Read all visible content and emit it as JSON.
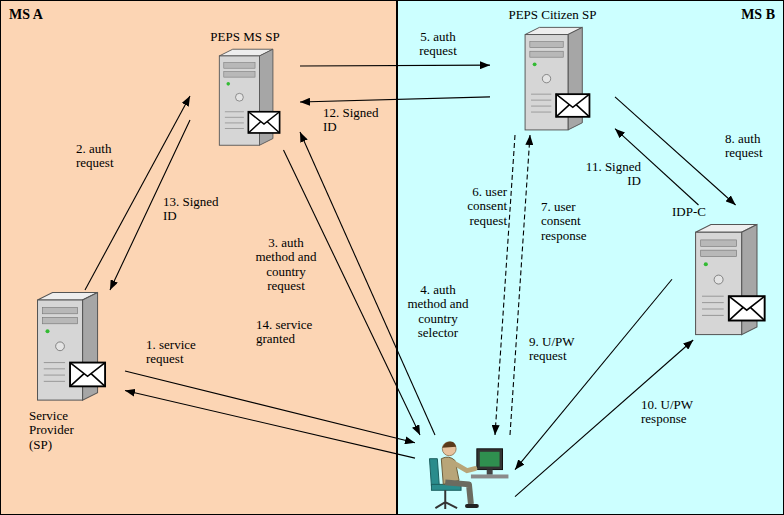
{
  "diagram": {
    "nodes": [
      {
        "text": [
          "MS A"
        ]
      },
      {
        "text": [
          "MS B"
        ]
      },
      {
        "text": [
          "PEPS MS SP"
        ],
        "in": 0
      },
      {
        "text": [
          "Service Provider (SP)"
        ],
        "in": 0
      },
      {
        "text": [
          "PEPS Citizen SP"
        ],
        "in": 1
      },
      {
        "text": [
          "IDP-C"
        ],
        "in": 1
      },
      {
        "text": [],
        "in": 1
      }
    ],
    "edges": [
      {
        "from": 6,
        "to": 3,
        "label": "1. service request",
        "arrow": "to"
      },
      {
        "from": 3,
        "to": 2,
        "label": "2. auth request",
        "arrow": "to"
      },
      {
        "from": 2,
        "to": 6,
        "label": "3. auth method and country request",
        "arrow": "to"
      },
      {
        "from": 6,
        "to": 2,
        "label": "4. auth method and country selector",
        "arrow": "to"
      },
      {
        "from": 2,
        "to": 4,
        "label": "5. auth request",
        "arrow": "to"
      },
      {
        "from": 4,
        "to": 6,
        "label": "6. user consent request",
        "arrow": "to"
      },
      {
        "from": 6,
        "to": 4,
        "label": "7. user consent response",
        "arrow": "to"
      },
      {
        "from": 4,
        "to": 5,
        "label": "8. auth request",
        "arrow": "to"
      },
      {
        "from": 5,
        "to": 6,
        "label": "9. U/PW request",
        "arrow": "to"
      },
      {
        "from": 6,
        "to": 5,
        "label": "10. U/PW response",
        "arrow": "to"
      },
      {
        "from": 5,
        "to": 4,
        "label": "11. Signed ID",
        "arrow": "to"
      },
      {
        "from": 4,
        "to": 2,
        "label": "12. Signed ID",
        "arrow": "to"
      },
      {
        "from": 2,
        "to": 3,
        "label": "13. Signed ID",
        "arrow": "to"
      },
      {
        "from": 3,
        "to": 6,
        "label": "14. service granted",
        "arrow": "to"
      }
    ]
  }
}
